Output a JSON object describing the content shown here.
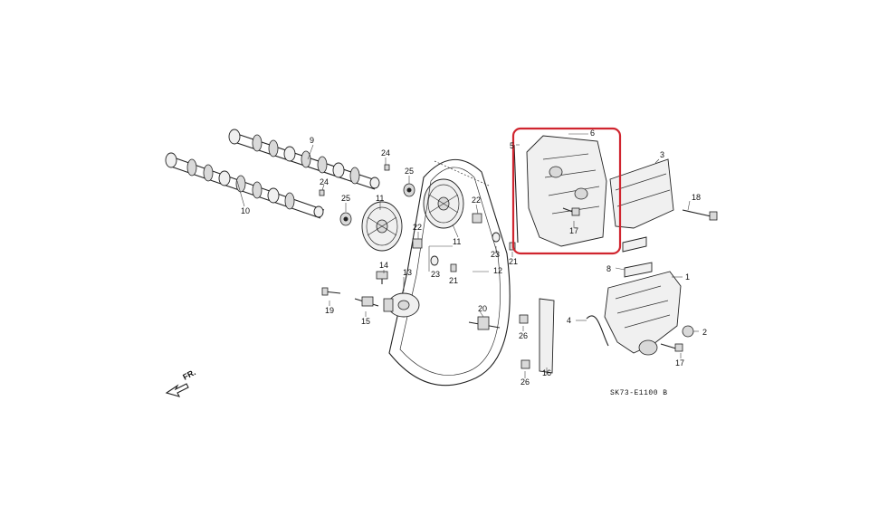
{
  "diagram": {
    "labels": {
      "p1": "1",
      "p2": "2",
      "p3": "3",
      "p4": "4",
      "p5": "5",
      "p6": "6",
      "p8": "8",
      "p9": "9",
      "p10": "10",
      "p11a": "11",
      "p11b": "11",
      "p12": "12",
      "p13": "13",
      "p14": "14",
      "p15": "15",
      "p16": "16",
      "p17a": "17",
      "p17b": "17",
      "p18": "18",
      "p19": "19",
      "p20": "20",
      "p21a": "21",
      "p21b": "21",
      "p22a": "22",
      "p22b": "22",
      "p23a": "23",
      "p23b": "23",
      "p24a": "24",
      "p24b": "24",
      "p25a": "25",
      "p25b": "25",
      "p26a": "26",
      "p26b": "26"
    },
    "front_marker": "FR.",
    "diagram_code": "SK73-E1100 B",
    "highlight_color": "#d0252f",
    "line_color": "#222222"
  }
}
